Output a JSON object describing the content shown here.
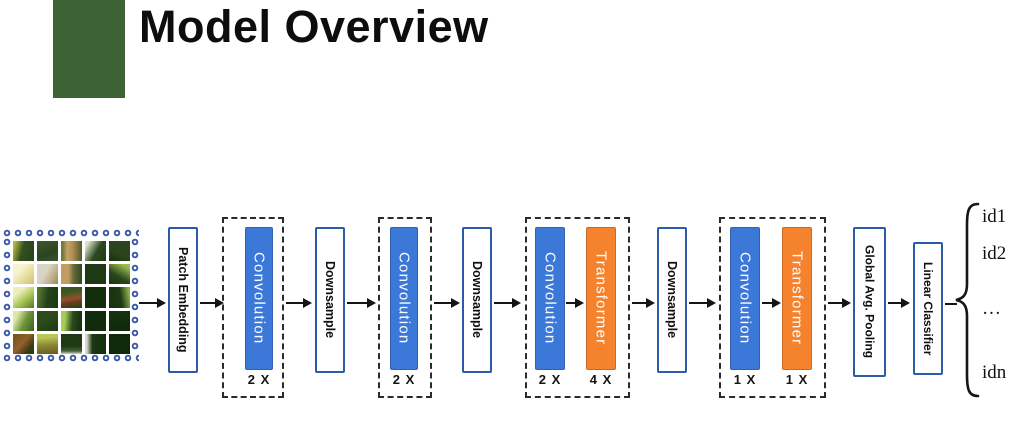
{
  "title": "Model Overview",
  "colors": {
    "accent_green": "#3D6233",
    "conv_blue": "#3C78D8",
    "transformer_orange": "#F5822D",
    "box_border_blue": "#2B5CA9",
    "ring_blue": "#3A57A8"
  },
  "blocks": {
    "patch_embedding": "Patch Embedding",
    "downsample": "Downsample",
    "global_pooling": "Global Avg. Pooling",
    "linear_classifier": "Linear Classifier"
  },
  "stages": [
    {
      "conv_label": "Convolution",
      "conv_repeat": "2 X"
    },
    {
      "conv_label": "Convolution",
      "conv_repeat": "2 X"
    },
    {
      "conv_label": "Convolution",
      "conv_repeat": "2 X",
      "transformer_label": "Transformer",
      "transformer_repeat": "4 X"
    },
    {
      "conv_label": "Convolution",
      "conv_repeat": "1 X",
      "transformer_label": "Transformer",
      "transformer_repeat": "1 X"
    }
  ],
  "outputs": {
    "items": [
      "id1",
      "id2",
      "…",
      "idn"
    ]
  },
  "input_image": {
    "rows": 5,
    "cols": 5,
    "cell_colors": [
      "linear-gradient(105deg,#b5b83a 8%,#33511f 45%,#24421a)",
      "linear-gradient(160deg,#42582e,#2a451f 60%,#3a5430)",
      "linear-gradient(90deg,#6f7a3a 8%,#c8a165 30%,#b08e55 55%,#4a5a2a)",
      "linear-gradient(120deg,#dfe3c8 12%,#2c4a1e 55%,#1f3a16)",
      "linear-gradient(200deg,#2a451d 60%,#16300f)",
      "linear-gradient(135deg,#f7f3cf 30%,#e3d794 70%,#cdbf6e)",
      "linear-gradient(120deg,#d9d5c5 40%,#b9ab84 75%,#8f8a60)",
      "linear-gradient(90deg,#c49c60 35%,#69683c 60%,#2c481e)",
      "#1d3a14",
      "linear-gradient(210deg,#9ab94e 15%,#2a451d 60%,#1b3712)",
      "linear-gradient(140deg,#eef0bc 25%,#a5c352 60%,#55752c)",
      "linear-gradient(100deg,#55752e 10%,#24421a 50%,#1b3a12)",
      "linear-gradient(170deg,#3c5524 25%,#91522b 55%,#6e3c1e 70%,#21401a)",
      "#132e0d",
      "linear-gradient(260deg,#8fae46 8%,#1d3a14 45%,#16320e)",
      "linear-gradient(115deg,#dce8a8 20%,#70963a 55%,#3a5c20)",
      "linear-gradient(150deg,#2c4c1c 40%,#1c3813)",
      "linear-gradient(95deg,#a6cd58 20%,#2a481c 55%,#132e0d)",
      "#112c0c",
      "linear-gradient(180deg,#16320f,#0f2a0a)",
      "linear-gradient(130deg,#7a5a24 20%,#94602a 45%,#3c3c14 75%,#243c16)",
      "linear-gradient(175deg,#b9c754 20%,#8a8a34 55%,#6b5a22)",
      "linear-gradient(180deg,#1d3a14 60%,#44603a 85%,#cfd6c2)",
      "linear-gradient(90deg,#d8dcc8 8%,#1b3713 35%,#142f0e)",
      "#0f2a0a"
    ]
  }
}
